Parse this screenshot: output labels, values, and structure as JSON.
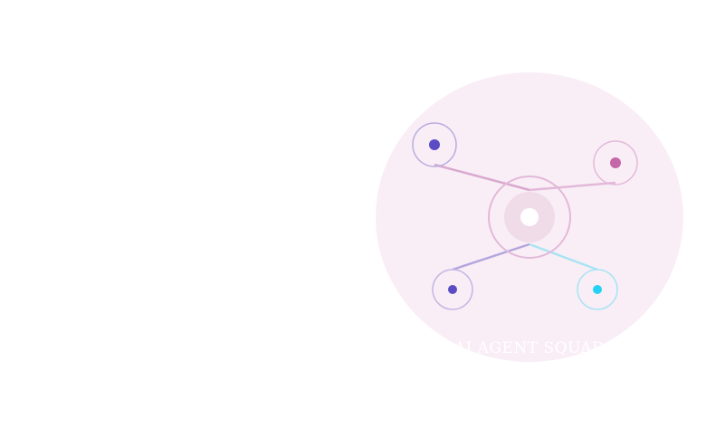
{
  "diagram": {
    "caption": "AI AGENT SQUAD",
    "hub": {
      "label": "",
      "ring_color": "#e3b9d9",
      "glow_color": "#f0dbe9",
      "core_color": "#ffffff"
    },
    "background_color": "#f9eef6",
    "agents": [
      {
        "id": "agent-top-left",
        "label": "",
        "dot_color": "#5b4cc4",
        "ring_color": "#b7addf",
        "link_color": "#d9a9d0"
      },
      {
        "id": "agent-top-right",
        "label": "",
        "dot_color": "#c468a8",
        "ring_color": "#e3b9d9",
        "link_color": "#e3b9d9"
      },
      {
        "id": "agent-bottom-left",
        "label": "",
        "dot_color": "#5b4cc4",
        "ring_color": "#c3b8e3",
        "link_color": "#b3a6dd"
      },
      {
        "id": "agent-bottom-right",
        "label": "",
        "dot_color": "#22d3f5",
        "ring_color": "#a9e4f3",
        "link_color": "#a9e4f3"
      }
    ]
  }
}
